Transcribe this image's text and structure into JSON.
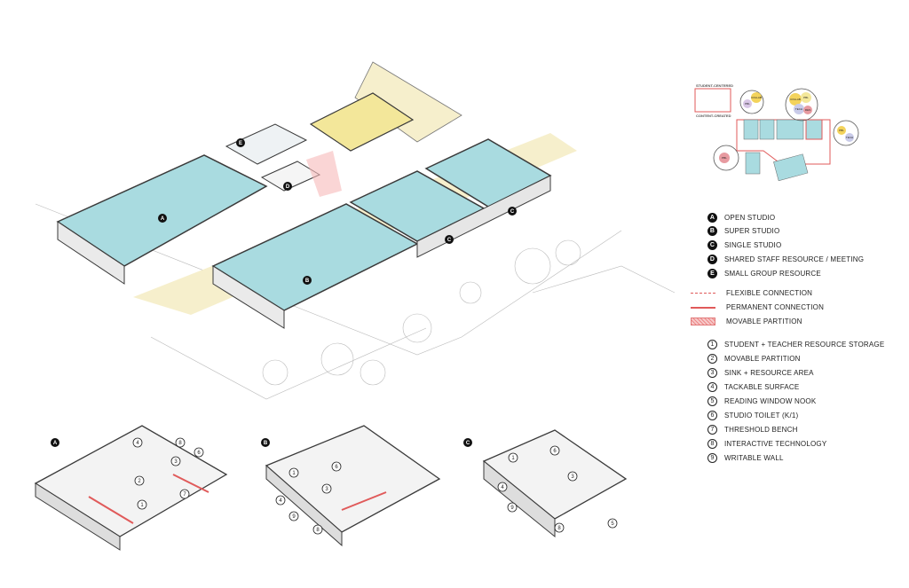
{
  "plan_labels": {
    "open_studio_marker": "A",
    "super_studio_marker": "B",
    "single_studio_marker_1": "C",
    "single_studio_marker_2": "C",
    "staff_marker": "D",
    "small_group_marker": "E"
  },
  "small_views": [
    {
      "marker": "A",
      "callouts": [
        "1",
        "2",
        "3",
        "4",
        "6",
        "7",
        "8"
      ]
    },
    {
      "marker": "B",
      "callouts": [
        "1",
        "3",
        "4",
        "6",
        "8",
        "9"
      ]
    },
    {
      "marker": "C",
      "callouts": [
        "1",
        "3",
        "4",
        "5",
        "6",
        "8",
        "9"
      ]
    }
  ],
  "concept_key": {
    "title_top": "STUDENT-CENTERED",
    "title_bottom": "CONTENT-CREATED",
    "bubble_labels": [
      "COLLAB",
      "PBL",
      "PBL",
      "RES",
      "COLLAB",
      "PBL",
      "TECH",
      "PBL",
      "TECH"
    ]
  },
  "legend_spaces": [
    {
      "marker": "A",
      "label": "OPEN STUDIO"
    },
    {
      "marker": "B",
      "label": "SUPER STUDIO"
    },
    {
      "marker": "C",
      "label": "SINGLE STUDIO"
    },
    {
      "marker": "D",
      "label": "SHARED STAFF RESOURCE / MEETING"
    },
    {
      "marker": "E",
      "label": "SMALL GROUP RESOURCE"
    }
  ],
  "legend_connections": [
    {
      "label": "FLEXIBLE CONNECTION",
      "style": "dashed"
    },
    {
      "label": "PERMANENT CONNECTION",
      "style": "solid"
    },
    {
      "label": "MOVABLE PARTITION",
      "style": "partition"
    }
  ],
  "legend_features": [
    {
      "number": "1",
      "label": "STUDENT + TEACHER RESOURCE STORAGE"
    },
    {
      "number": "2",
      "label": "MOVABLE PARTITION"
    },
    {
      "number": "3",
      "label": "SINK + RESOURCE AREA"
    },
    {
      "number": "4",
      "label": "TACKABLE SURFACE"
    },
    {
      "number": "5",
      "label": "READING WINDOW NOOK"
    },
    {
      "number": "6",
      "label": "STUDIO TOILET (K/1)"
    },
    {
      "number": "7",
      "label": "THRESHOLD BENCH"
    },
    {
      "number": "8",
      "label": "INTERACTIVE TECHNOLOGY"
    },
    {
      "number": "9",
      "label": "WRITABLE WALL"
    }
  ],
  "colors": {
    "studio_floor": "#a9dbe0",
    "corridor": "#f6efcc",
    "resource_yellow": "#f3e79a",
    "connection_red": "#e05a5a",
    "wall_dark": "#3a3a3a",
    "line": "#555555"
  }
}
